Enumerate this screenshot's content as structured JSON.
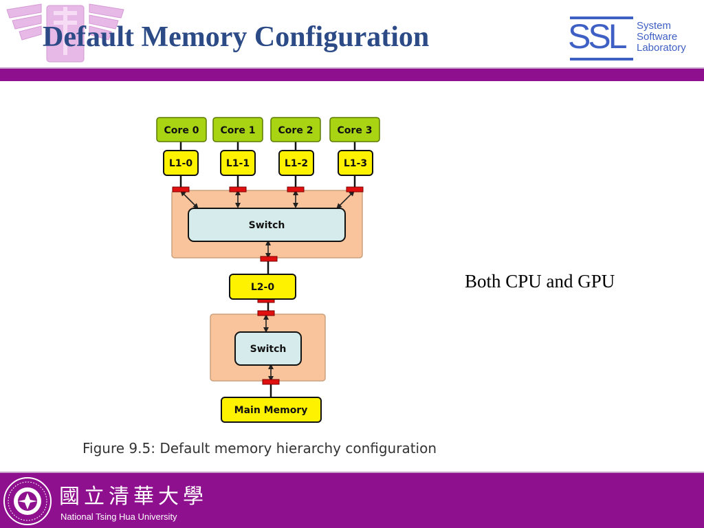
{
  "slide": {
    "title": "Default Memory Configuration",
    "side_note": "Both CPU and GPU"
  },
  "logo": {
    "ssl_mark": "SSL",
    "ssl_lines": [
      "System",
      "Software",
      "Laboratory"
    ]
  },
  "figure": {
    "caption": "Figure 9.5:  Default memory hierarchy configuration",
    "cores": [
      "Core 0",
      "Core 1",
      "Core 2",
      "Core 3"
    ],
    "l1_caches": [
      "L1-0",
      "L1-1",
      "L1-2",
      "L1-3"
    ],
    "switch_top": "Switch",
    "l2_cache": "L2-0",
    "switch_bottom": "Switch",
    "main_memory": "Main Memory",
    "colors": {
      "core": "#a8d414",
      "cache": "#fff200",
      "switch_fill": "#d6ecec",
      "switch_region": "#f9c49b",
      "port": "#e01010"
    }
  },
  "footer": {
    "university_cn": "國立清華大學",
    "university_en": "National Tsing Hua University"
  },
  "theme": {
    "band": "#8e108e",
    "title": "#2b4a86",
    "ssl_blue": "#3e5fc4"
  }
}
